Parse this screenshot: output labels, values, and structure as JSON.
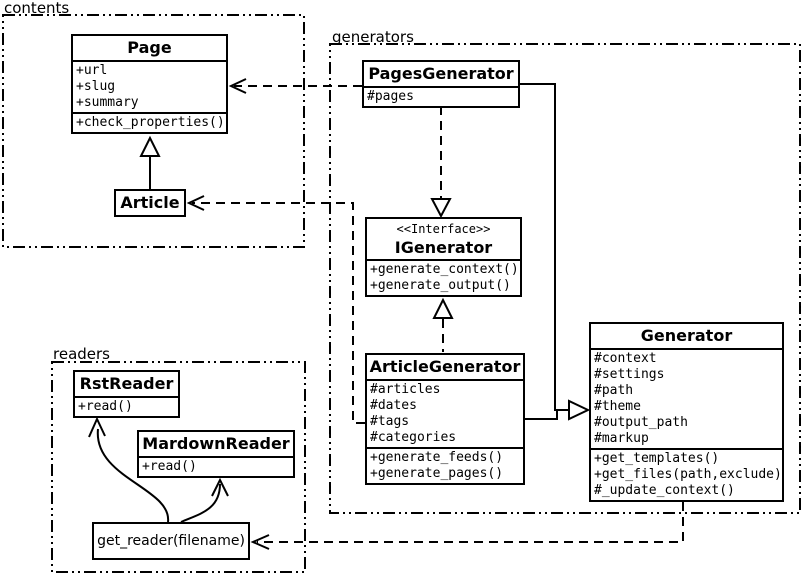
{
  "diagram": {
    "packages": {
      "contents": {
        "label": "contents"
      },
      "generators": {
        "label": "generators"
      },
      "readers": {
        "label": "readers"
      }
    },
    "classes": {
      "page": {
        "name": "Page",
        "attributes": [
          "+url",
          "+slug",
          "+summary"
        ],
        "methods": [
          "+check_properties()"
        ]
      },
      "article": {
        "name": "Article"
      },
      "pagesGenerator": {
        "name": "PagesGenerator",
        "attributes": [
          "#pages"
        ]
      },
      "iGenerator": {
        "stereotype": "<<Interface>>",
        "name": "IGenerator",
        "methods": [
          "+generate_context()",
          "+generate_output()"
        ]
      },
      "articleGenerator": {
        "name": "ArticleGenerator",
        "attributes": [
          "#articles",
          "#dates",
          "#tags",
          "#categories"
        ],
        "methods": [
          "+generate_feeds()",
          "+generate_pages()"
        ]
      },
      "generator": {
        "name": "Generator",
        "attributes": [
          "#context",
          "#settings",
          "#path",
          "#theme",
          "#output_path",
          "#markup"
        ],
        "methods": [
          "+get_templates()",
          "+get_files(path,exclude)",
          "#_update_context()"
        ]
      },
      "rstReader": {
        "name": "RstReader",
        "methods": [
          "+read()"
        ]
      },
      "mardownReader": {
        "name": "MardownReader",
        "methods": [
          "+read()"
        ]
      },
      "getReader": {
        "label": "get_reader(filename)"
      }
    },
    "relationships": [
      {
        "from": "Article",
        "to": "Page",
        "type": "generalization",
        "line": "solid"
      },
      {
        "from": "PagesGenerator",
        "to": "Page",
        "type": "dependency",
        "line": "dashed"
      },
      {
        "from": "ArticleGenerator",
        "to": "Article",
        "type": "dependency",
        "line": "dashed"
      },
      {
        "from": "PagesGenerator",
        "to": "IGenerator",
        "type": "realization",
        "line": "dashed"
      },
      {
        "from": "ArticleGenerator",
        "to": "IGenerator",
        "type": "realization",
        "line": "dashed"
      },
      {
        "from": "PagesGenerator",
        "to": "Generator",
        "type": "generalization",
        "line": "solid"
      },
      {
        "from": "ArticleGenerator",
        "to": "Generator",
        "type": "generalization",
        "line": "solid"
      },
      {
        "from": "Generator",
        "to": "get_reader(filename)",
        "type": "dependency",
        "line": "dashed"
      },
      {
        "from": "get_reader(filename)",
        "to": "RstReader",
        "type": "arrow",
        "line": "curved"
      },
      {
        "from": "get_reader(filename)",
        "to": "MardownReader",
        "type": "arrow",
        "line": "curved"
      }
    ],
    "colors": {
      "line": "#000000",
      "box_fill": "#ffffff",
      "background": "#ffffff",
      "text": "#000000"
    }
  }
}
